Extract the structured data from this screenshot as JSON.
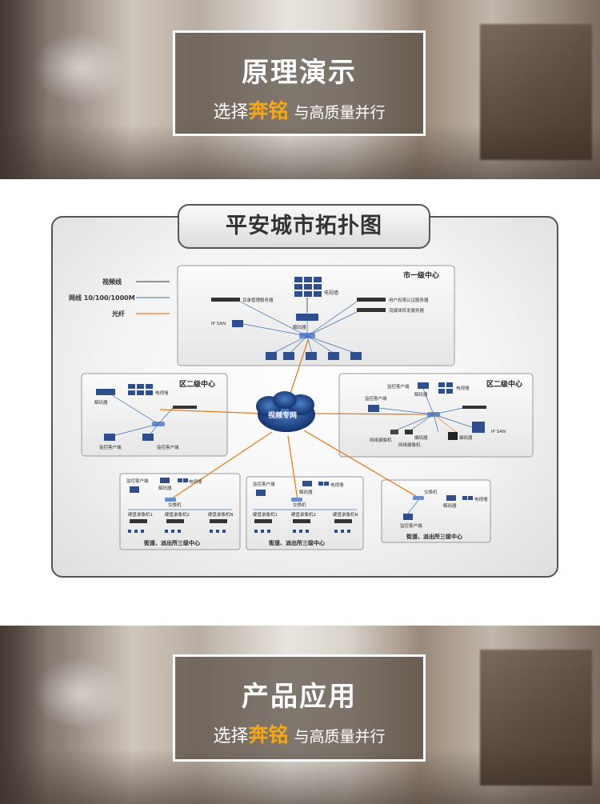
{
  "banner_top": {
    "title": "原理演示",
    "sub_prefix": "选择",
    "sub_brand": "奔铭",
    "sub_suffix": "与高质量并行"
  },
  "banner_bottom": {
    "title": "产品应用",
    "sub_prefix": "选择",
    "sub_brand": "奔铭",
    "sub_suffix": "与高质量并行"
  },
  "diagram": {
    "title": "平安城市拓扑图",
    "legend": {
      "video_line": "视频线",
      "network_line": "网线 10/100/1000M",
      "fiber": "光纤"
    },
    "colors": {
      "video_line": "#333333",
      "network_line": "#3b6fb6",
      "fiber": "#e67e22",
      "device": "#2e4f8f"
    },
    "city_center": {
      "title": "市一级中心",
      "directory_server": "目录管理服务器",
      "tv_wall": "电视墙",
      "auth_server": "用户权限认证服务器",
      "stream_server": "流媒体转发服务器",
      "ip_san": "IP SAN",
      "decoder": "解码器"
    },
    "district_left": {
      "title": "区二级中心",
      "tv_wall": "电视墙",
      "decoder": "解码器",
      "client_1": "监控客户端",
      "client_2": "监控客户端"
    },
    "district_right": {
      "title": "区二级中心",
      "client_1": "监控客户端",
      "decoder": "解码器",
      "tv_wall": "电视墙",
      "client_2": "监控客户端",
      "ip_san": "IP SAN",
      "network_camera_1": "网络摄像机",
      "encoder_1": "编码器",
      "network_camera_2": "网络摄像机",
      "encoder_2": "编码器"
    },
    "cloud": "视频专网",
    "street_1": {
      "title": "街道、派出所三级中心",
      "client": "监控客户端",
      "decoder": "解码器",
      "tv_wall": "电视墙",
      "switch": "交换机",
      "dvr_1": "硬盘录像机1",
      "dvr_2": "硬盘录像机2",
      "dvr_n": "硬盘录像机N"
    },
    "street_2": {
      "title": "街道、派出所三级中心",
      "client": "监控客户端",
      "decoder": "解码器",
      "tv_wall": "电视墙",
      "switch": "交换机",
      "dvr_1": "硬盘录像机1",
      "dvr_2": "硬盘录像机2",
      "dvr_n": "硬盘录像机N"
    },
    "street_3": {
      "title": "街道、派出所三级中心",
      "switch": "交换机",
      "decoder": "解码器",
      "tv_wall": "电视墙",
      "client": "监控客户端"
    }
  }
}
